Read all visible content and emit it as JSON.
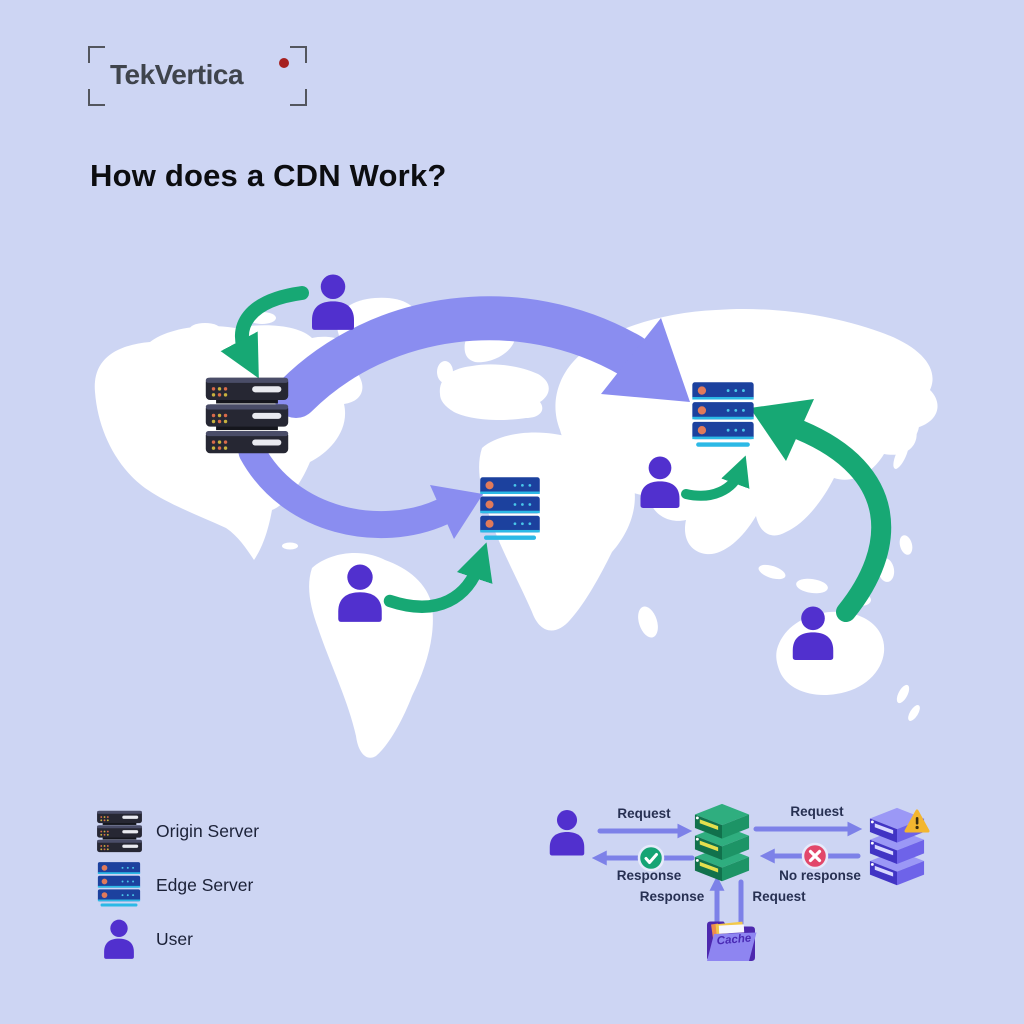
{
  "brand": {
    "name": "TekVertica"
  },
  "title": "How does a CDN Work?",
  "legend": {
    "items": [
      {
        "icon": "origin-server-icon",
        "label": "Origin Server"
      },
      {
        "icon": "edge-server-icon",
        "label": "Edge Server"
      },
      {
        "icon": "user-icon",
        "label": "User"
      }
    ]
  },
  "map": {
    "nodes": [
      "origin-server-north-america",
      "edge-server-africa",
      "edge-server-asia",
      "user-north",
      "user-south-america",
      "user-central-asia",
      "user-australia"
    ],
    "arrows": [
      {
        "name": "user-north-to-origin-server",
        "color": "green"
      },
      {
        "name": "origin-server-to-edge-server-asia",
        "color": "purple"
      },
      {
        "name": "origin-server-to-edge-server-africa",
        "color": "purple"
      },
      {
        "name": "user-south-america-to-edge-africa",
        "color": "green"
      },
      {
        "name": "user-central-asia-to-edge-asia",
        "color": "green"
      },
      {
        "name": "user-australia-to-edge-asia",
        "color": "green"
      }
    ]
  },
  "flow": {
    "user_request_label": "Request",
    "user_response_label": "Response",
    "origin_request_label": "Request",
    "origin_no_response_label": "No response",
    "cache_response_label": "Response",
    "cache_request_label": "Request",
    "cache_label": "Cache"
  },
  "colors": {
    "background": "#cdd5f3",
    "land": "#ffffff",
    "accent_purple": "#8a8df0",
    "accent_green": "#17a874",
    "user_purple": "#5130ce",
    "edge_server_blue": "#1c419e",
    "success_green": "#16a474",
    "error_red": "#e2486a",
    "warning_yellow": "#f3b62f",
    "brand_dot_red": "#a6201f"
  }
}
